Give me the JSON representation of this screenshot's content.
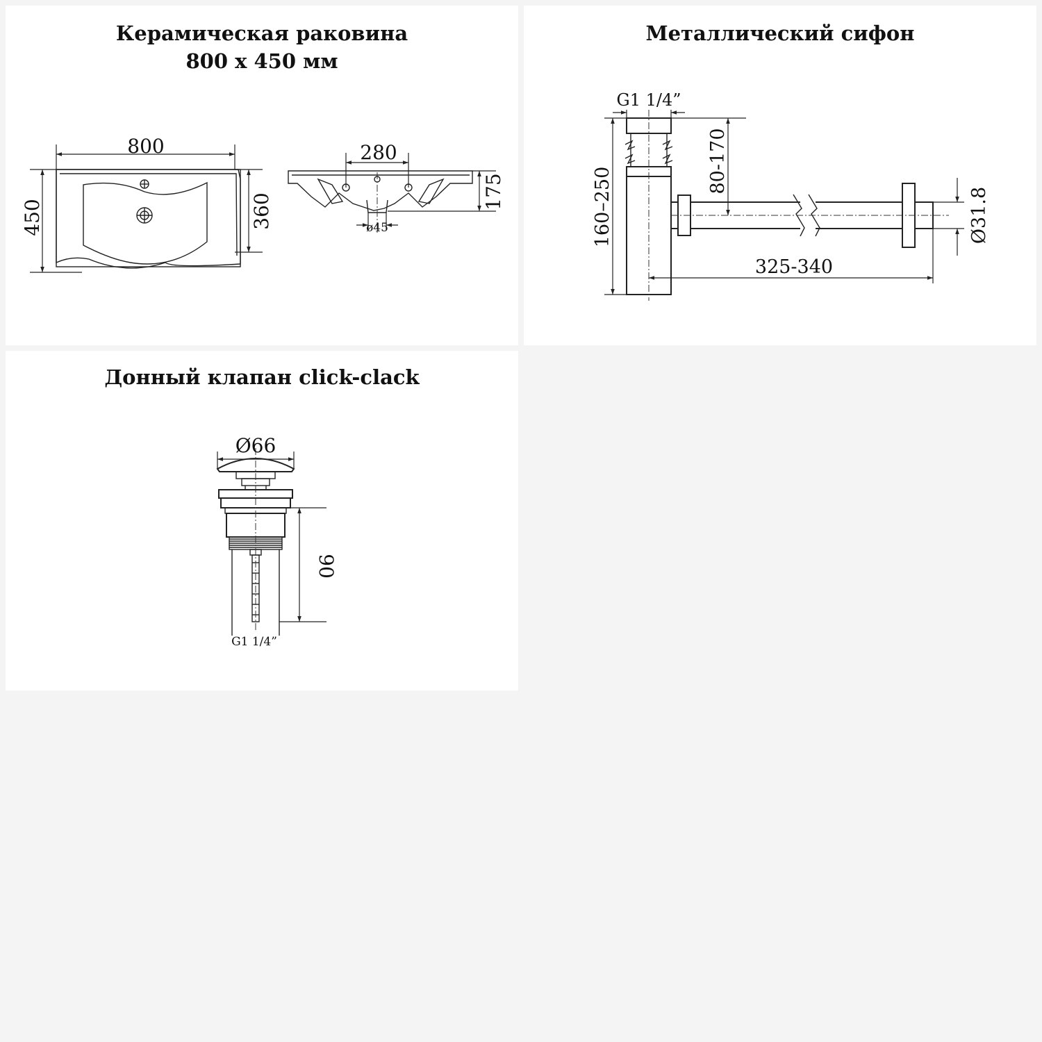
{
  "panels": {
    "sink": {
      "title_line1": "Керамическая раковина",
      "title_line2": "800 х 450 мм",
      "dims": {
        "width": "800",
        "depth": "450",
        "inner_depth": "360",
        "tap_spacing": "280",
        "height": "175",
        "drain_diameter": "ø45"
      }
    },
    "siphon": {
      "title": "Металлический сифон",
      "dims": {
        "thread": "G1 1/4”",
        "total_height": "160–250",
        "outlet_height": "80-170",
        "length": "325-340",
        "pipe_diameter": "Ø31.8"
      }
    },
    "valve": {
      "title": "Донный клапан click-clack",
      "dims": {
        "cap_diameter": "Ø66",
        "body_height": "90",
        "thread": "G1 1/4”"
      }
    }
  },
  "colors": {
    "background": "#f4f4f4",
    "panel": "#ffffff",
    "line": "#222222"
  }
}
